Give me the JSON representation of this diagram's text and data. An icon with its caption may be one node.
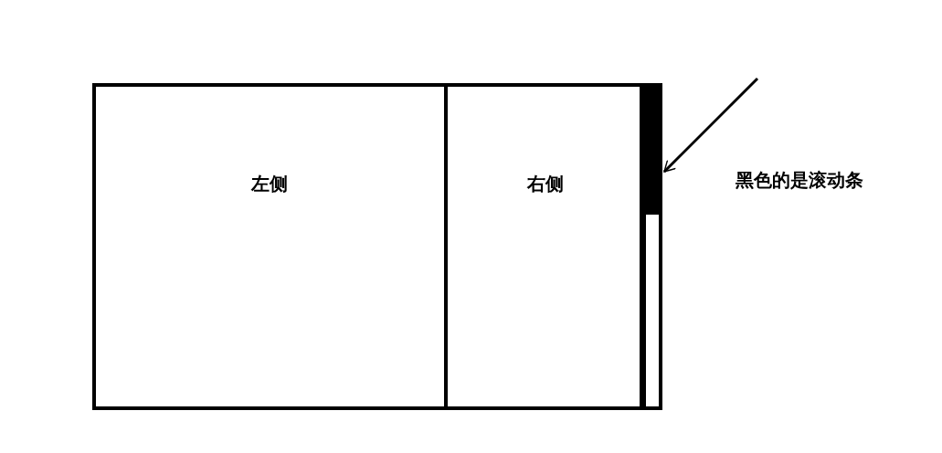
{
  "diagram": {
    "nodes": [
      {
        "text": [],
        "shape": "box"
      },
      {
        "text": [
          "左侧"
        ],
        "in": 0
      },
      {
        "text": [
          "右侧"
        ],
        "in": 0
      },
      {
        "text": [],
        "shape": "bar",
        "in": 0
      }
    ],
    "edges": [
      {
        "from": null,
        "to": 3,
        "arrow": "to"
      }
    ],
    "labels": [
      "黑色的是滚动条"
    ]
  }
}
